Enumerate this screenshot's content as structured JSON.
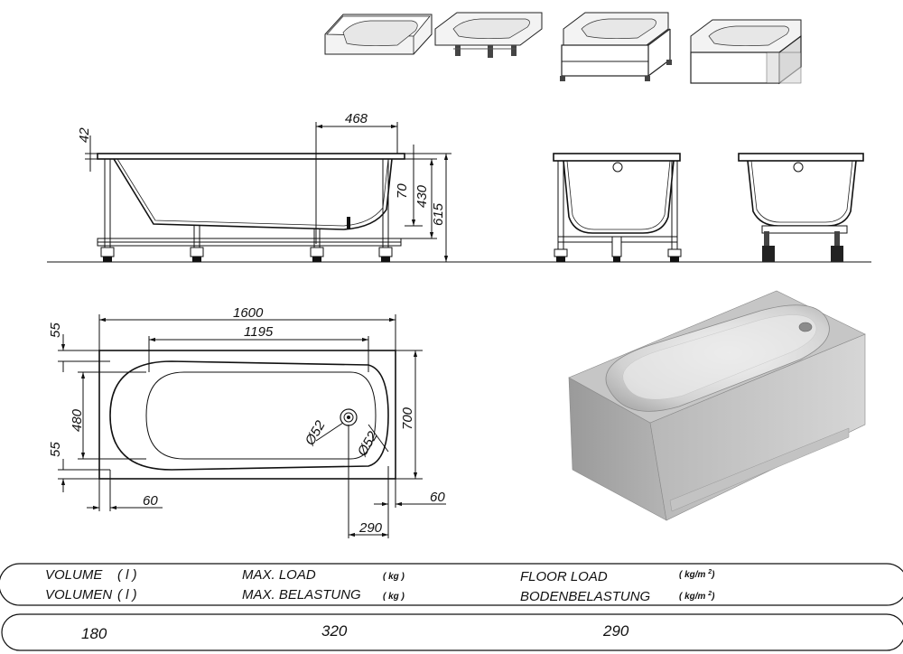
{
  "views": {
    "thumbnails": [
      "bathtub-plain-icon",
      "bathtub-legs-icon",
      "bathtub-frame-icon",
      "bathtub-panel-icon"
    ]
  },
  "side_view": {
    "dim_42": "42",
    "dim_468": "468",
    "dim_70": "70",
    "dim_430": "430",
    "dim_615": "615"
  },
  "top_view": {
    "dim_1600": "1600",
    "dim_1195": "1195",
    "dim_55_top": "55",
    "dim_480": "480",
    "dim_55_bottom": "55",
    "dim_700": "700",
    "dim_d52_a": "Ø52",
    "dim_d52_b": "Ø52",
    "dim_60_left": "60",
    "dim_60_right": "60",
    "dim_290": "290"
  },
  "specs": {
    "volume_label_en": "VOLUME",
    "volume_label_de": "VOLUMEN",
    "volume_unit_1": "( l )",
    "volume_unit_2": "( l )",
    "load_label_en": "MAX. LOAD",
    "load_label_de": "MAX. BELASTUNG",
    "load_unit_1": "( kg )",
    "load_unit_2": "( kg )",
    "floor_label_en": "FLOOR LOAD",
    "floor_label_de": "BODENBELASTUNG",
    "floor_unit_1": "( kg/m ",
    "floor_unit_2": "( kg/m ",
    "floor_unit_sup": "2",
    "floor_unit_close": ")",
    "volume_value": "180",
    "load_value": "320",
    "floor_value": "290"
  }
}
